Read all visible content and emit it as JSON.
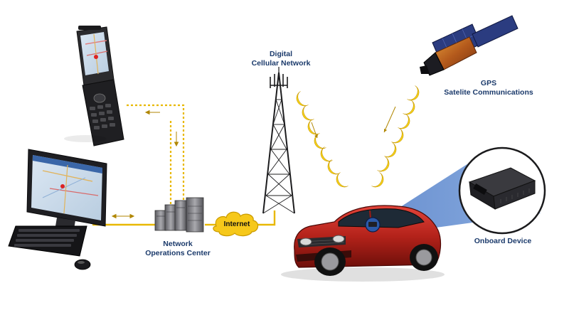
{
  "labels": {
    "cellular_line1": "Digital",
    "cellular_line2": "Cellular Network",
    "gps_line1": "GPS",
    "gps_line2": "Satelite Communications",
    "internet": "Internet",
    "noc_line1": "Network",
    "noc_line2": "Operations Center",
    "onboard": "Onboard Device"
  },
  "colors": {
    "link": "#e8b800",
    "signal": "#f6d21a",
    "label": "#1b3a6b",
    "car": "#b3221a",
    "zoom": "#2d5fb0"
  },
  "icons": [
    "flip-phone-icon",
    "desktop-computer-icon",
    "server-rack-icon",
    "cell-tower-icon",
    "satellite-icon",
    "car-icon",
    "gps-tracker-icon"
  ]
}
